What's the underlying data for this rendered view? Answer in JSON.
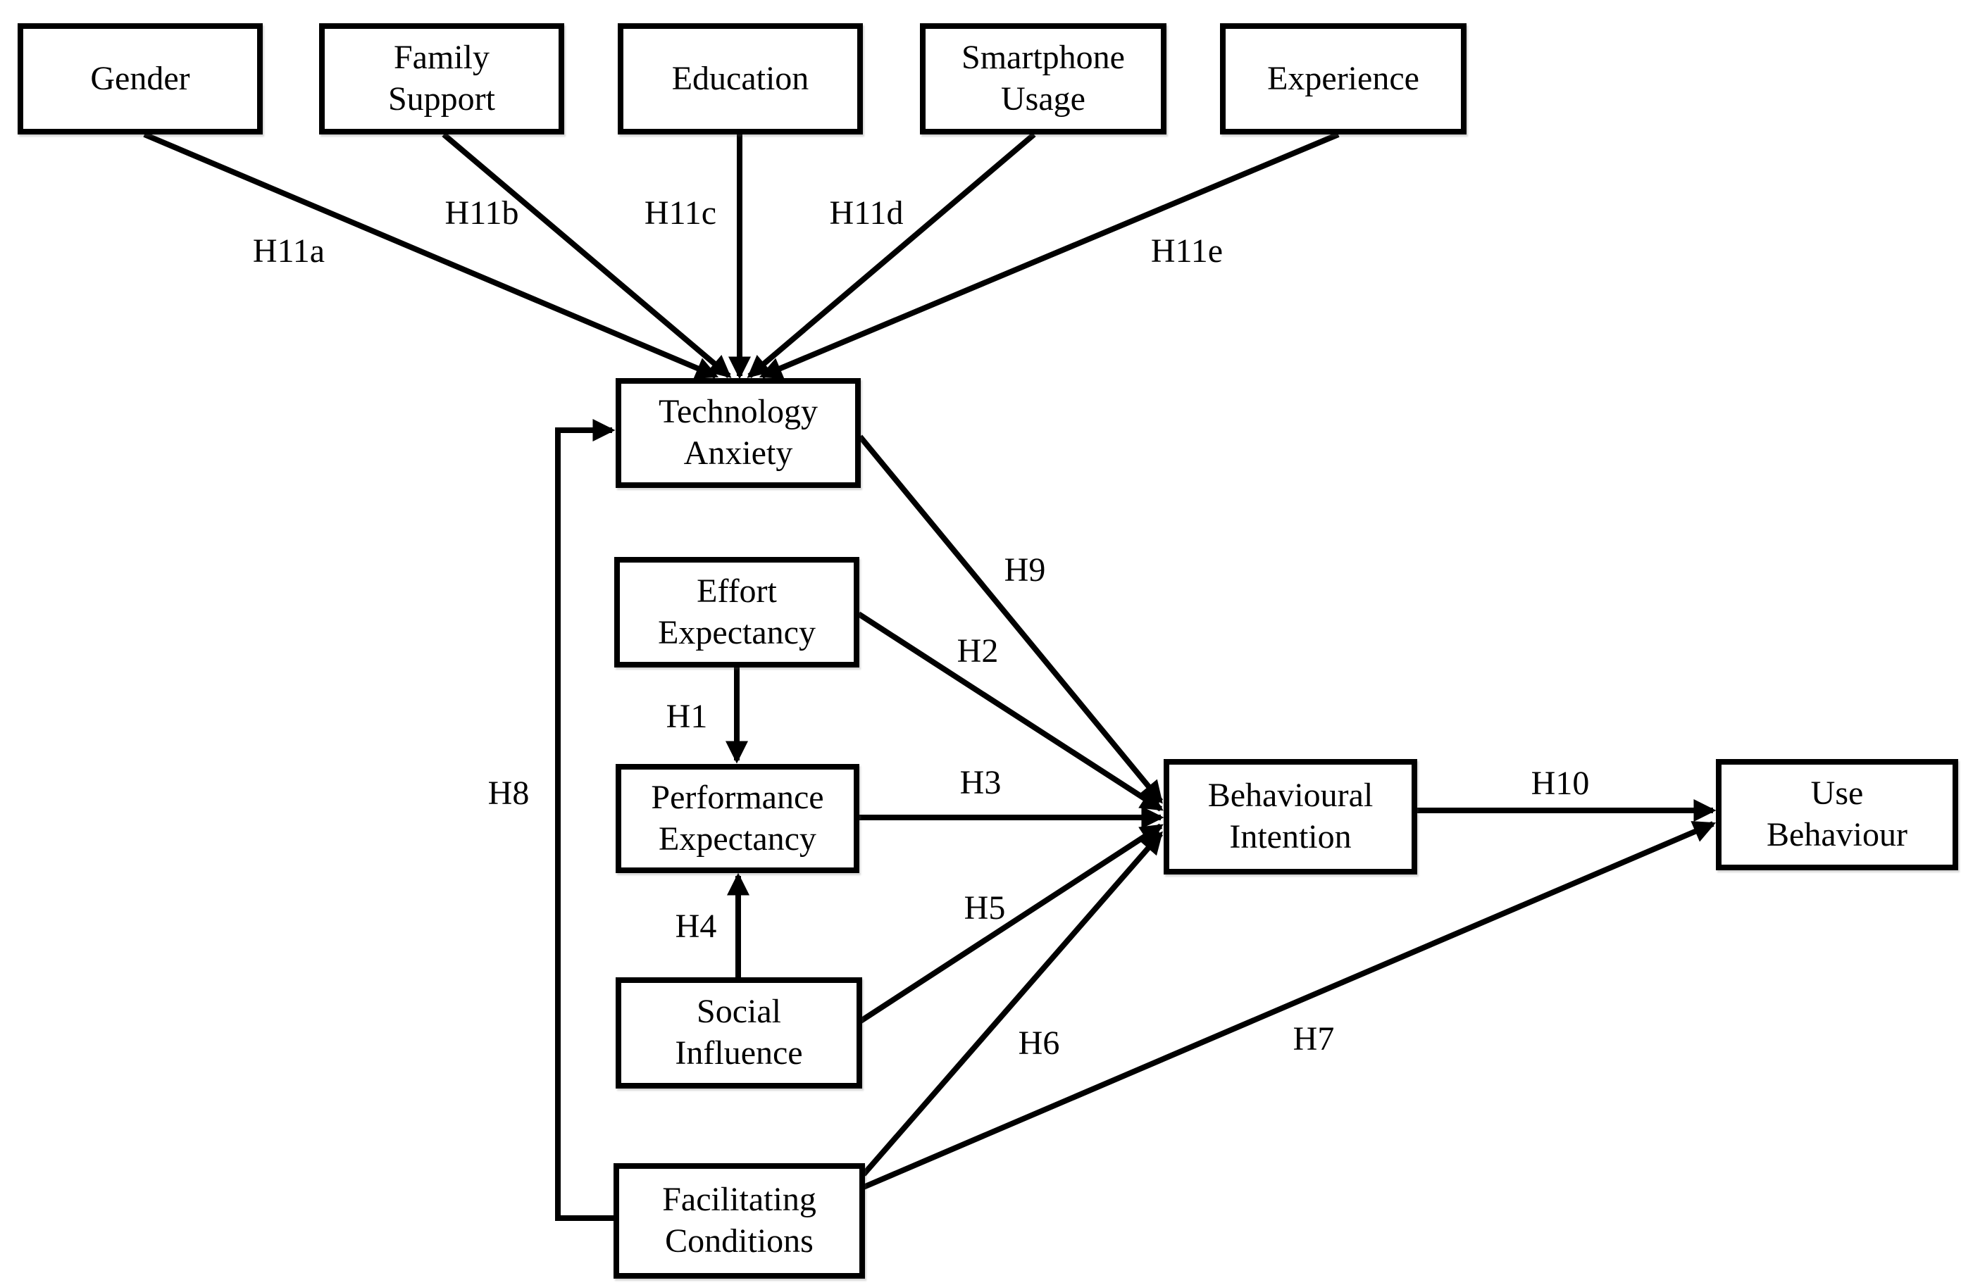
{
  "figure": {
    "type": "hypothesis-path-diagram",
    "model": "UTAUT-style research model"
  },
  "colors": {
    "line": "#000000",
    "box_border": "#000000",
    "box_fill": "#ffffff",
    "background": "#ffffff",
    "text": "#000000"
  },
  "nodes": {
    "gender": "Gender",
    "family_support": "Family\nSupport",
    "education": "Education",
    "smartphone_usage": "Smartphone\nUsage",
    "experience": "Experience",
    "technology_anxiety": "Technology\nAnxiety",
    "effort_expectancy": "Effort\nExpectancy",
    "performance_expectancy": "Performance\nExpectancy",
    "social_influence": "Social\nInfluence",
    "facilitating_conditions": "Facilitating\nConditions",
    "behavioural_intention": "Behavioural\nIntention",
    "use_behaviour": "Use\nBehaviour"
  },
  "edge_labels": {
    "h1": "H1",
    "h2": "H2",
    "h3": "H3",
    "h4": "H4",
    "h5": "H5",
    "h6": "H6",
    "h7": "H7",
    "h8": "H8",
    "h9": "H9",
    "h10": "H10",
    "h11a": "H11a",
    "h11b": "H11b",
    "h11c": "H11c",
    "h11d": "H11d",
    "h11e": "H11e"
  },
  "edges": [
    {
      "from": "Gender",
      "to": "Technology Anxiety",
      "label": "H11a"
    },
    {
      "from": "Family Support",
      "to": "Technology Anxiety",
      "label": "H11b"
    },
    {
      "from": "Education",
      "to": "Technology Anxiety",
      "label": "H11c"
    },
    {
      "from": "Smartphone Usage",
      "to": "Technology Anxiety",
      "label": "H11d"
    },
    {
      "from": "Experience",
      "to": "Technology Anxiety",
      "label": "H11e"
    },
    {
      "from": "Effort Expectancy",
      "to": "Performance Expectancy",
      "label": "H1"
    },
    {
      "from": "Effort Expectancy",
      "to": "Behavioural Intention",
      "label": "H2"
    },
    {
      "from": "Performance Expectancy",
      "to": "Behavioural Intention",
      "label": "H3"
    },
    {
      "from": "Social Influence",
      "to": "Performance Expectancy",
      "label": "H4"
    },
    {
      "from": "Social Influence",
      "to": "Behavioural Intention",
      "label": "H5"
    },
    {
      "from": "Facilitating Conditions",
      "to": "Behavioural Intention",
      "label": "H6"
    },
    {
      "from": "Facilitating Conditions",
      "to": "Use Behaviour",
      "label": "H7"
    },
    {
      "from": "Facilitating Conditions",
      "to": "Technology Anxiety",
      "label": "H8"
    },
    {
      "from": "Technology Anxiety",
      "to": "Behavioural Intention",
      "label": "H9"
    },
    {
      "from": "Behavioural Intention",
      "to": "Use Behaviour",
      "label": "H10"
    }
  ]
}
